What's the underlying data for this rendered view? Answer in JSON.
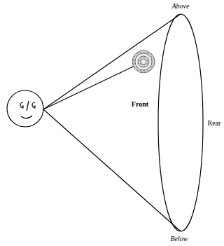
{
  "diagram": {
    "labels": [
      "Above",
      "Front",
      "Rear",
      "Below"
    ]
  }
}
